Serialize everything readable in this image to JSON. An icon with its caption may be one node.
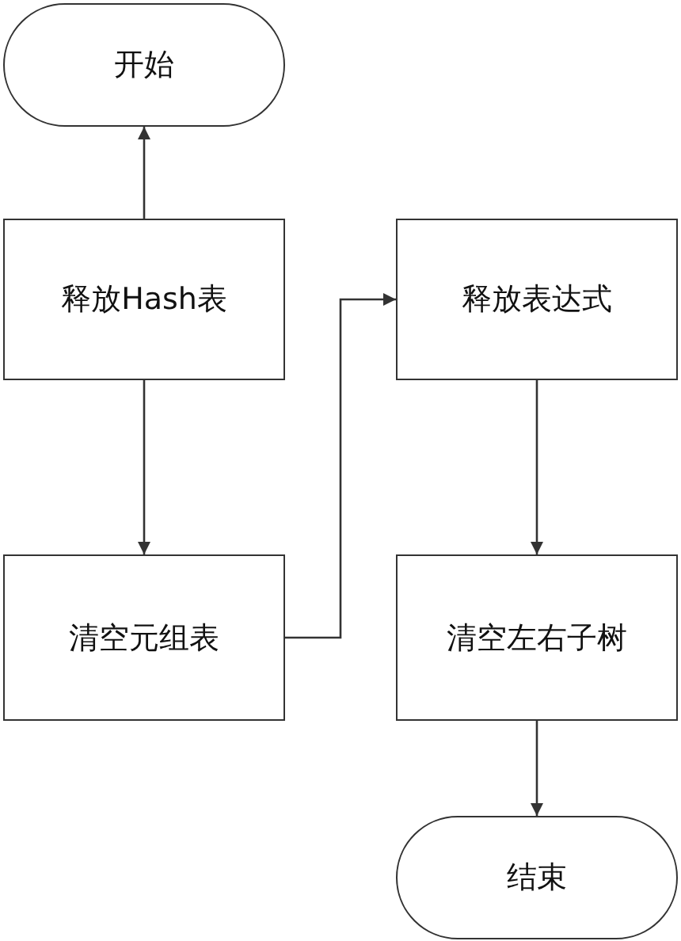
{
  "diagram": {
    "nodes": [
      {
        "text": [
          "开始"
        ]
      },
      {
        "text": [
          "释放Hash表"
        ]
      },
      {
        "text": [
          "清空元组表"
        ]
      },
      {
        "text": [
          "释放表达式"
        ]
      },
      {
        "text": [
          "清空左右子树"
        ]
      },
      {
        "text": [
          "结束"
        ]
      }
    ],
    "edges": [
      {
        "from": 1,
        "to": 0,
        "arrow": "to"
      },
      {
        "from": 1,
        "to": 2,
        "arrow": "to"
      },
      {
        "from": 2,
        "to": 3,
        "arrow": "to"
      },
      {
        "from": 3,
        "to": 4,
        "arrow": "to"
      },
      {
        "from": 4,
        "to": 5,
        "arrow": "to"
      }
    ]
  }
}
